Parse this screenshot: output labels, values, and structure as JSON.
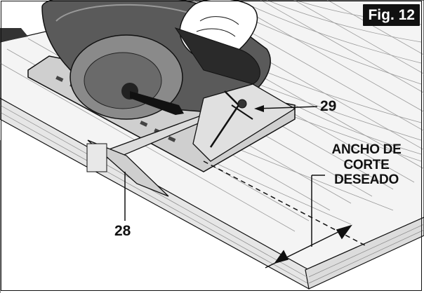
{
  "figure": {
    "label": "Fig. 12"
  },
  "callouts": {
    "part_29": "29",
    "part_28": "28"
  },
  "cut_width_label": {
    "line1": "ANCHO DE",
    "line2": "CORTE",
    "line3": "DESEADO"
  },
  "colors": {
    "ink": "#111111",
    "wood_top": "#f2f2f2",
    "wood_edge": "#d9d9d9",
    "badge_bg": "#111111",
    "badge_text": "#ffffff"
  }
}
